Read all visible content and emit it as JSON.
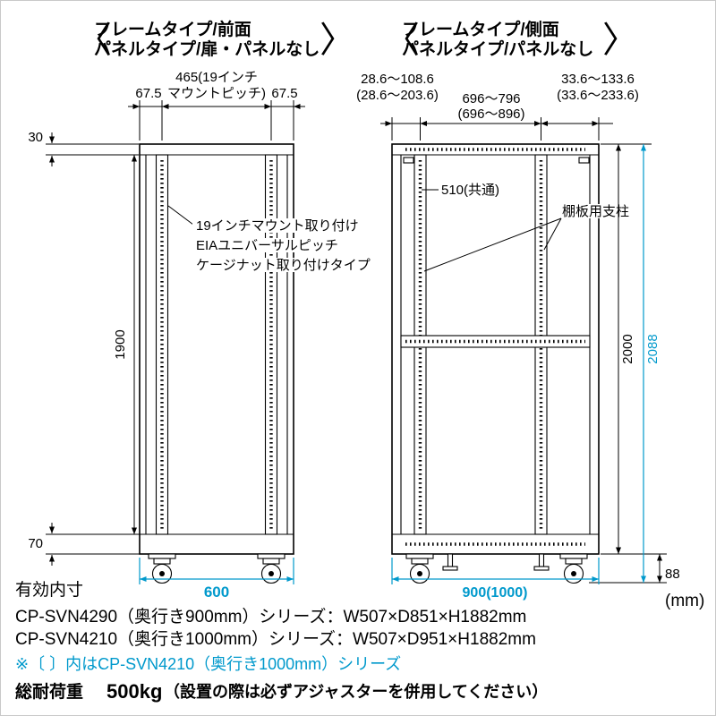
{
  "colors": {
    "accent_blue": "#0099cc",
    "line_black": "#000000"
  },
  "unit_label": "(mm)",
  "front_view": {
    "bracket_open": "〈",
    "bracket_close": "〉",
    "title_line1": "フレームタイプ/前面",
    "title_line2": "パネルタイプ/扉・パネルなし",
    "dim_mount_width_line1": "465(19インチ",
    "dim_mount_width_line2": "マウントピッチ)",
    "dim_offset_left": "67.5",
    "dim_offset_right": "67.5",
    "dim_top_frame": "30",
    "dim_mount_height": "1900",
    "dim_bottom_frame": "70",
    "dim_outer_width": "600",
    "note_line1": "19インチマウント取り付け",
    "note_line2": "EIAユニバーサルピッチ",
    "note_line3": "ケージナット取り付けタイプ"
  },
  "side_view": {
    "bracket_open": "〈",
    "bracket_close": "〉",
    "title_line1": "フレームタイプ/側面",
    "title_line2": "パネルタイプ/パネルなし",
    "dim_front_gap_line1": "28.6〜108.6",
    "dim_front_gap_line2": "(28.6〜203.6)",
    "dim_inner_depth_line1": "696〜796",
    "dim_inner_depth_line2": "(696〜896)",
    "dim_rear_gap_line1": "33.6〜133.6",
    "dim_rear_gap_line2": "(33.6〜233.6)",
    "dim_post_pitch": "510(共通)",
    "label_shelf_post": "棚板用支柱",
    "dim_frame_height": "2000",
    "dim_total_height": "2088",
    "dim_depth": "900(1000)",
    "dim_caster_height": "88"
  },
  "footer": {
    "effective_dim_label": "有効内寸",
    "series_900": "CP-SVN4290（奥行き900mm）シリーズ：W507×D851×H1882mm",
    "series_1000": "CP-SVN4210（奥行き1000mm）シリーズ：W507×D951×H1882mm",
    "bracket_note": "※〔 〕内はCP-SVN4210（奥行き1000mm）シリーズ",
    "load_label": "総耐荷重",
    "load_value": "500kg",
    "load_note": "（設置の際は必ずアジャスターを併用してください）"
  }
}
